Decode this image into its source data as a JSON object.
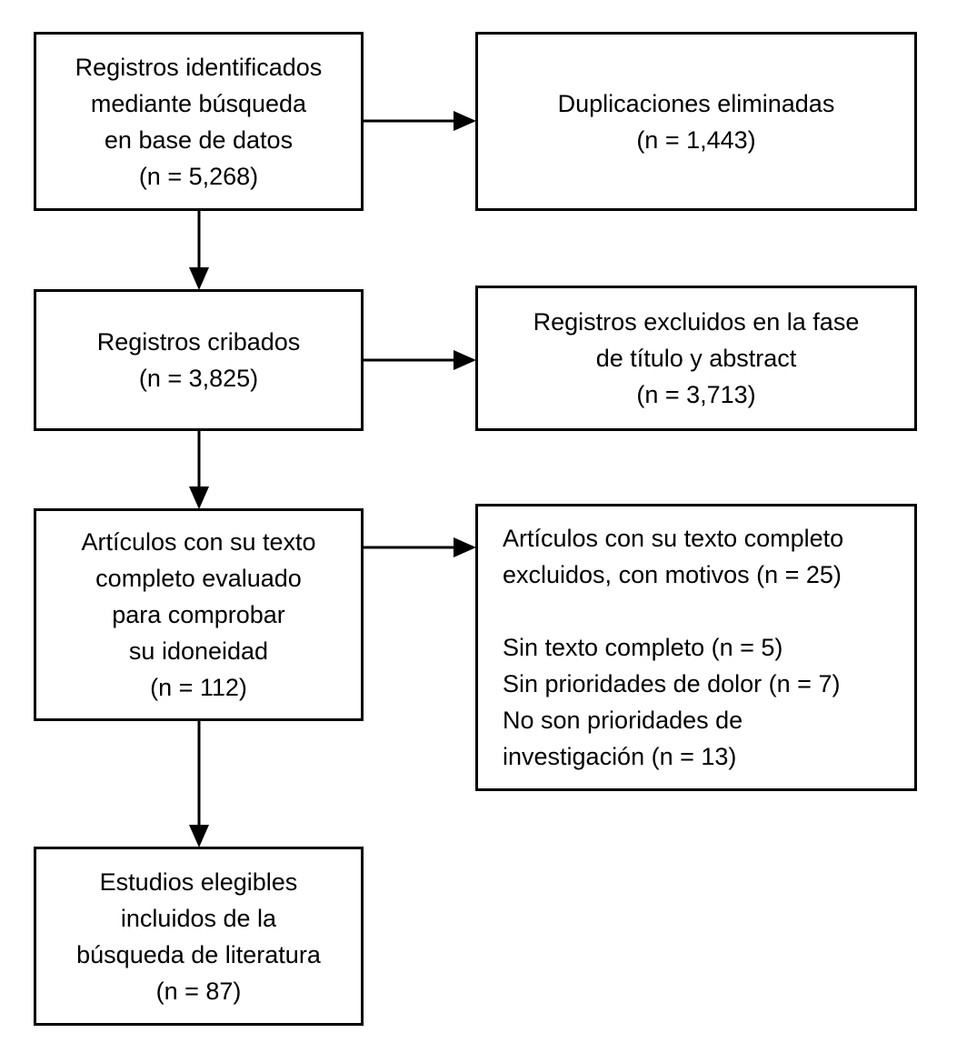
{
  "diagram": {
    "type": "flowchart",
    "language": "es",
    "boxes": {
      "identified": {
        "text": "Registros identificados\nmediante búsqueda\nen base de datos\n(n = 5,268)",
        "n": 5268
      },
      "duplicates_removed": {
        "text": "Duplicaciones eliminadas\n(n = 1,443)",
        "n": 1443
      },
      "screened": {
        "text": "Registros cribados\n(n = 3,825)",
        "n": 3825
      },
      "excluded_title_abstract": {
        "text": "Registros excluidos en la fase\nde título y abstract\n(n = 3,713)",
        "n": 3713
      },
      "fulltext_assessed": {
        "text": "Artículos con su texto\ncompleto evaluado\npara comprobar\nsu idoneidad\n(n = 112)",
        "n": 112
      },
      "fulltext_excluded": {
        "text": "Artículos con su texto completo\nexcluidos, con motivos (n = 25)\n\nSin texto completo (n = 5)\nSin prioridades de dolor (n = 7)\nNo son prioridades de\ninvestigación (n = 13)",
        "n": 25,
        "reasons": [
          {
            "label": "Sin texto completo",
            "n": 5
          },
          {
            "label": "Sin prioridades de dolor",
            "n": 7
          },
          {
            "label": "No son prioridades de investigación",
            "n": 13
          }
        ]
      },
      "included": {
        "text": "Estudios elegibles\nincluidos de la\nbúsqueda de literatura\n(n = 87)",
        "n": 87
      }
    },
    "colors": {
      "border": "#000000",
      "text": "#000000",
      "background": "#ffffff",
      "arrow": "#000000"
    }
  }
}
